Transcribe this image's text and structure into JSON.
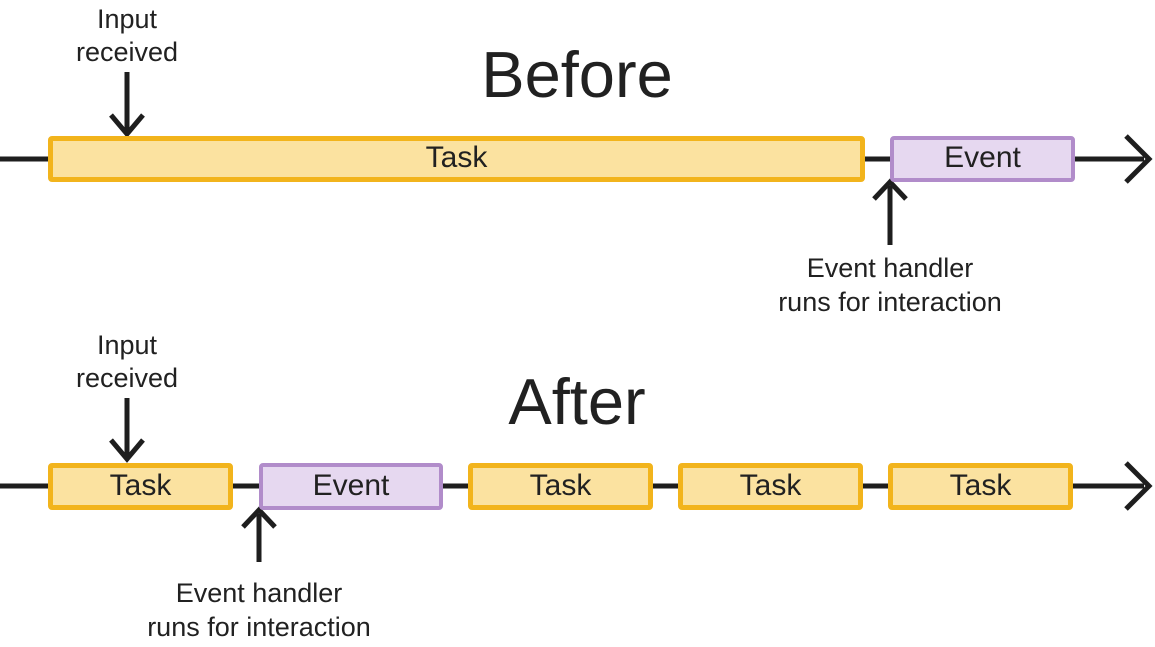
{
  "diagram": {
    "background": "#ffffff",
    "line_color": "#1e1e1e",
    "text_color": "#212121",
    "task_fill": "#fbe2a0",
    "task_border": "#f2b41c",
    "event_fill": "#e6d8f0",
    "event_border": "#b18cca"
  },
  "before": {
    "title": "Before",
    "input_annotation": {
      "line1": "Input",
      "line2": "received"
    },
    "handler_annotation": {
      "line1": "Event handler",
      "line2": "runs for interaction"
    },
    "boxes": [
      {
        "kind": "task",
        "label": "Task"
      },
      {
        "kind": "event",
        "label": "Event"
      }
    ]
  },
  "after": {
    "title": "After",
    "input_annotation": {
      "line1": "Input",
      "line2": "received"
    },
    "handler_annotation": {
      "line1": "Event handler",
      "line2": "runs for interaction"
    },
    "boxes": [
      {
        "kind": "task",
        "label": "Task"
      },
      {
        "kind": "event",
        "label": "Event"
      },
      {
        "kind": "task",
        "label": "Task"
      },
      {
        "kind": "task",
        "label": "Task"
      },
      {
        "kind": "task",
        "label": "Task"
      }
    ]
  },
  "icons": {
    "input_arrow": "down-arrow",
    "handler_arrow": "up-arrow",
    "timeline_end": "right-arrow"
  }
}
